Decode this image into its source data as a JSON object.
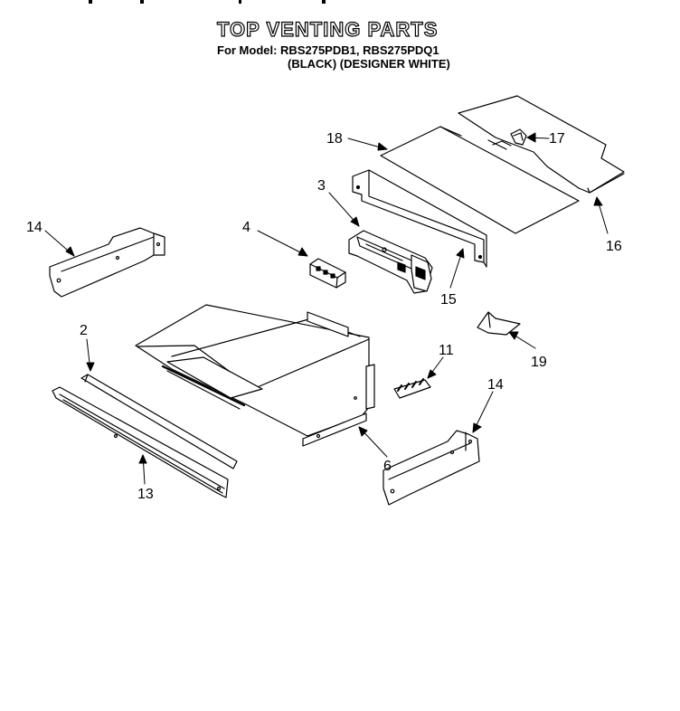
{
  "header": {
    "title": "TOP VENTING PARTS",
    "model_line": "For Model: RBS275PDB1, RBS275PDQ1",
    "color_line": "(BLACK) (DESIGNER WHITE)"
  },
  "callouts": [
    {
      "id": "c18",
      "label": "18"
    },
    {
      "id": "c17",
      "label": "17"
    },
    {
      "id": "c3",
      "label": "3"
    },
    {
      "id": "c16",
      "label": "16"
    },
    {
      "id": "c14a",
      "label": "14"
    },
    {
      "id": "c4",
      "label": "4"
    },
    {
      "id": "c15",
      "label": "15"
    },
    {
      "id": "c2",
      "label": "2"
    },
    {
      "id": "c11",
      "label": "11"
    },
    {
      "id": "c19",
      "label": "19"
    },
    {
      "id": "c14b",
      "label": "14"
    },
    {
      "id": "c6",
      "label": "6"
    },
    {
      "id": "c13",
      "label": "13"
    }
  ]
}
